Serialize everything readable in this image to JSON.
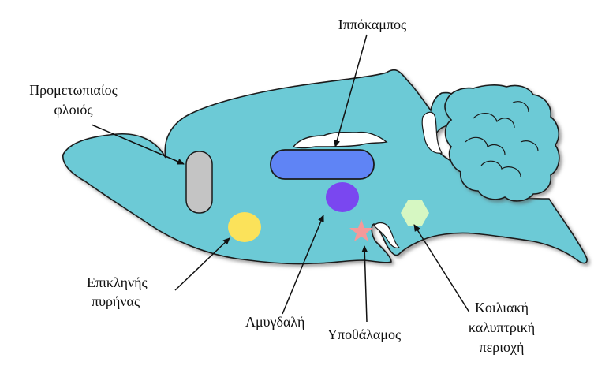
{
  "labels": {
    "hippocampus": "Ιππόκαμπος",
    "prefrontal_l1": "Προμετωπιαίος",
    "prefrontal_l2": "φλοιός",
    "accumbens_l1": "Επικλ",
    "accumbens_l1b": "ηνής",
    "accumbens_l2": "πυρήνας",
    "amygdala": "Αμυγδαλή",
    "hypothalamus": "Υποθάλαμος",
    "vta_l1": "Κοιλιακή",
    "vta_l2": "καλυπτρική",
    "vta_l3": "περιοχή"
  },
  "colors": {
    "brain": "#6ccad6",
    "outline": "#1a1a1a",
    "hippocampus": "#5f84f5",
    "prefrontal": "#c4c4c4",
    "accumbens": "#fbe25a",
    "amygdala": "#7a47f0",
    "hypothalamus": "#f59a9a",
    "vta": "#d6f7c2"
  },
  "icons": {
    "hippocampus": "rounded-rectangle",
    "prefrontal": "vertical-capsule",
    "accumbens": "ellipse",
    "amygdala": "ellipse",
    "hypothalamus": "star",
    "vta": "hexagon"
  }
}
